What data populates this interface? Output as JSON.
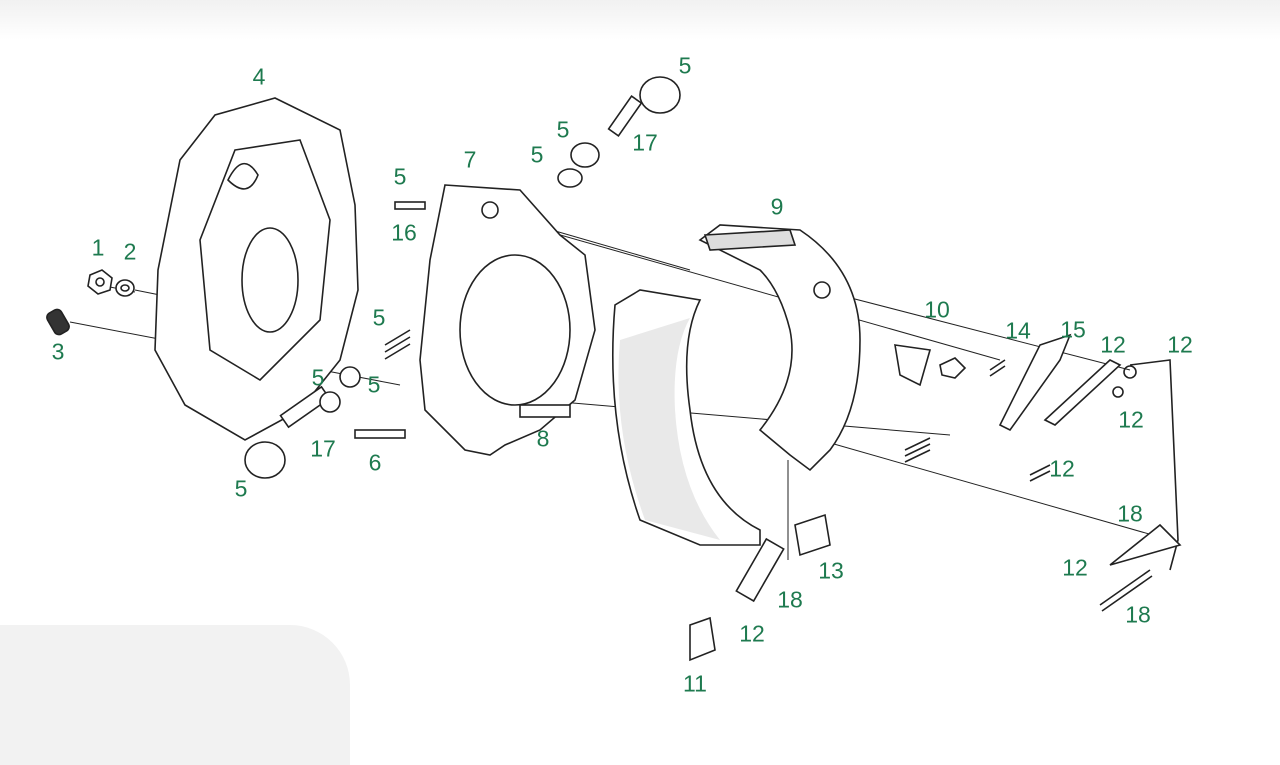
{
  "diagram": {
    "title": "Brake assembly exploded view",
    "label_color": "#1e7a4f",
    "labels": [
      "4",
      "1",
      "2",
      "3",
      "5",
      "5",
      "17",
      "5",
      "7",
      "5",
      "16",
      "9",
      "5",
      "5",
      "5",
      "17",
      "5",
      "6",
      "8",
      "10",
      "14",
      "15",
      "12",
      "12",
      "12",
      "12",
      "18",
      "12",
      "18",
      "13",
      "18",
      "12",
      "11"
    ]
  }
}
